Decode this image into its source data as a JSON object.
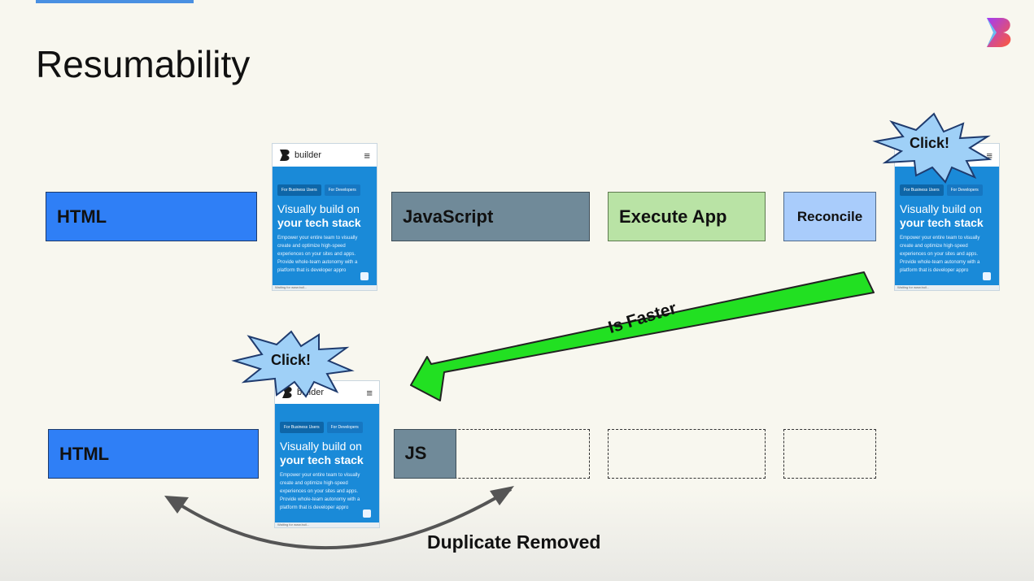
{
  "slide": {
    "title": "Resumability"
  },
  "row1": {
    "html": "HTML",
    "javascript": "JavaScript",
    "execute": "Execute App",
    "reconcile": "Reconcile",
    "click": "Click!"
  },
  "row2": {
    "html": "HTML",
    "js": "JS",
    "click": "Click!"
  },
  "arrow_faster": "Is Faster",
  "arrow_duplicate": "Duplicate Removed",
  "phone": {
    "brand": "builder",
    "menu": "≡",
    "tab_business": "For Business Users",
    "tab_developers": "For Developers",
    "headline_line1": "Visually build on",
    "headline_line2": "your tech stack",
    "body": "Empower your entire team to visually create and optimize high-speed experiences on your sites and apps. Provide whole-team autonomy with a platform that is developer appro",
    "status": "Waiting for www.buil..."
  },
  "colors": {
    "html_block": "#2f7ff6",
    "js_block": "#708a99",
    "execute_block": "#b9e3a5",
    "reconcile_block": "#a9ccfb",
    "arrow_green": "#22e022",
    "burst_blue": "#9fd0f7"
  }
}
